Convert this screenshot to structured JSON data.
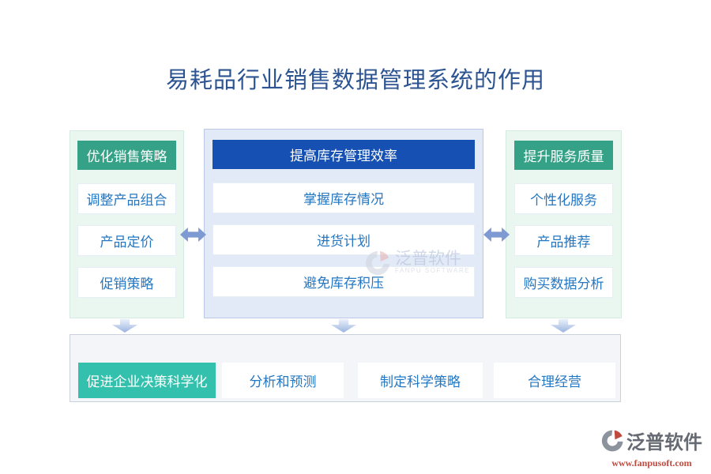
{
  "title": "易耗品行业销售数据管理系统的作用",
  "columns": [
    {
      "header": "优化销售策略",
      "items": [
        "调整产品组合",
        "产品定价",
        "促销策略"
      ]
    },
    {
      "header": "提高库存管理效率",
      "items": [
        "掌握库存情况",
        "进货计划",
        "避免库存积压"
      ]
    },
    {
      "header": "提升服务质量",
      "items": [
        "个性化服务",
        "产品推荐",
        "购买数据分析"
      ]
    }
  ],
  "bottom_row": {
    "header": "促进企业决策科学化",
    "items": [
      "分析和预测",
      "制定科学策略",
      "合理经营"
    ]
  },
  "watermarks": {
    "center": {
      "brand": "泛普软件",
      "subtitle": "FANPU SOFTWARE"
    },
    "corner": {
      "brand": "泛普软件",
      "url": "www.fanpusoft.com"
    }
  },
  "colors": {
    "title_text": "#2d5492",
    "green_header_bg": "#35a287",
    "blue_header_bg": "#1550b2",
    "green_panel_bg": "#eaf6f0",
    "blue_panel_bg": "#e3eaf7",
    "item_text": "#2577c2",
    "teal_box_bg": "#33c0ac",
    "arrow_blue": "#7e9ad2",
    "bottom_band_bg": "#f3f5f9",
    "watermark_gray": "#8d939c",
    "watermark_red": "#bf4a3e"
  }
}
